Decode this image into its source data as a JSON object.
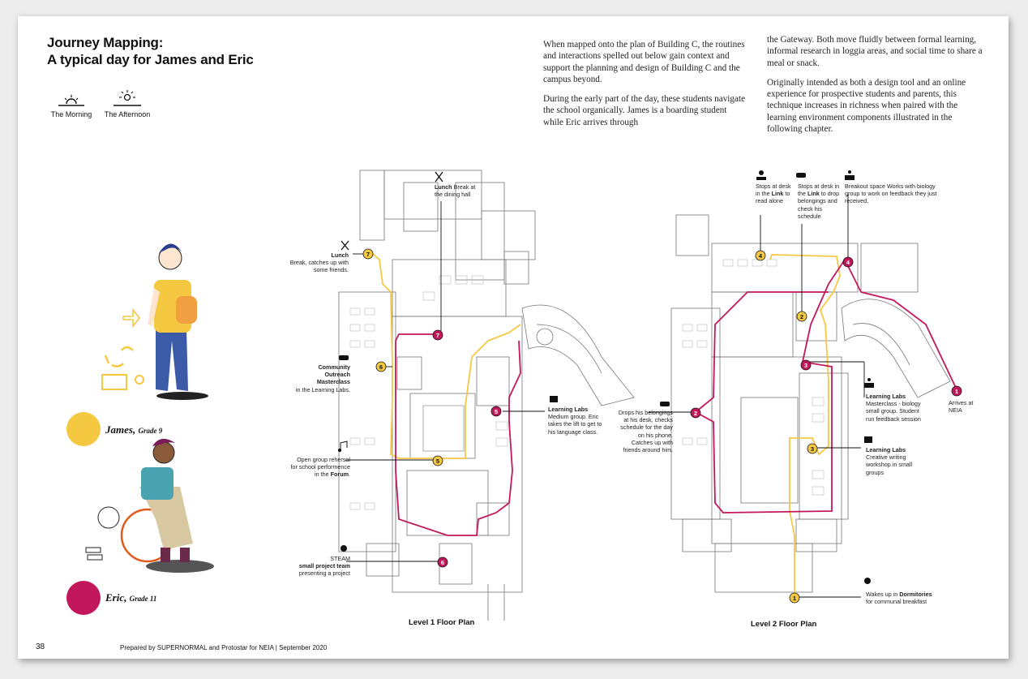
{
  "title_line1": "Journey Mapping:",
  "title_line2": "A typical day for James and Eric",
  "legend": {
    "morning": "The Morning",
    "afternoon": "The Afternoon"
  },
  "intro_col1_p1": "When mapped onto the plan of Building C, the routines and interactions spelled out below gain context and support the planning and design of Building C and the campus beyond.",
  "intro_col1_p2": "During the early part of the day, these students navigate the school organically. James is a boarding student while Eric arrives through",
  "intro_col2_p1": "the Gateway. Both move fluidly between formal learning, informal research in loggia areas, and social time to share a meal or snack.",
  "intro_col2_p2": "Originally intended as both a design tool and an online experience for prospective students and parents, this technique increases in richness when paired with the learning environment components illustrated in the following chapter.",
  "students": {
    "james": {
      "name": "James,",
      "grade": "Grade 9",
      "color": "#f5c842"
    },
    "eric": {
      "name": "Eric,",
      "grade": "Grade 11",
      "color": "#c2185b"
    }
  },
  "colors": {
    "yellow": "#f5c842",
    "magenta": "#c2185b"
  },
  "level1": {
    "label": "Level 1 Floor Plan",
    "ann_lunch_top": {
      "bold": "Lunch",
      "text": " Break at the dining hall"
    },
    "ann_lunch_left": {
      "bold": "Lunch",
      "text": "Break, catches up with some friends."
    },
    "ann_community": {
      "bold": "Community Outreach Masterclass",
      "text": "in the Learning Labs."
    },
    "ann_open_group": {
      "text": "Open group rehersal for school performence in the ",
      "bold": "Forum",
      "end": "."
    },
    "ann_steam": {
      "text1": "STEAM",
      "bold": "small project team",
      "text2": "presenting a project"
    },
    "ann_labs": {
      "bold": "Learning Labs",
      "text": "Medium group. Eric takes the lift to get to his language class."
    },
    "markers": [
      "7",
      "6",
      "5",
      "7",
      "5",
      "6"
    ]
  },
  "level2": {
    "label": "Level 2 Floor Plan",
    "ann_stops_desk": {
      "text1": "Stops at desk in the ",
      "bold": "Link",
      "text2": " to read alone"
    },
    "ann_stops_desk2": {
      "text1": "Stops at desk in the ",
      "bold": "Link",
      "text2": " to drop belongings and check his schedule"
    },
    "ann_breakout": {
      "text": "Breakout space Works with biology group to work on feedback they just received."
    },
    "ann_drops": {
      "text": "Drops his belongings at his desk, checks schedule for the day on his phone. Catches up with friends around him."
    },
    "ann_labs_master": {
      "bold": "Learning Labs",
      "text": "Masterclass - biology small group. Student run feedback session"
    },
    "ann_labs_creative": {
      "bold": "Learning Labs",
      "text": "Creative writing workshop in small groups"
    },
    "ann_arrives": {
      "text": "Arrives at NEIA"
    },
    "ann_wakes": {
      "text1": "Wakes up in ",
      "bold": "Dormitories",
      "text2": "for communal breakfast"
    },
    "markers": [
      "4",
      "4",
      "2",
      "3",
      "2",
      "3",
      "1",
      "1"
    ]
  },
  "footer": {
    "page": "38",
    "credit": "Prepared by SUPERNORMAL and Protostar for NEIA | September 2020"
  }
}
